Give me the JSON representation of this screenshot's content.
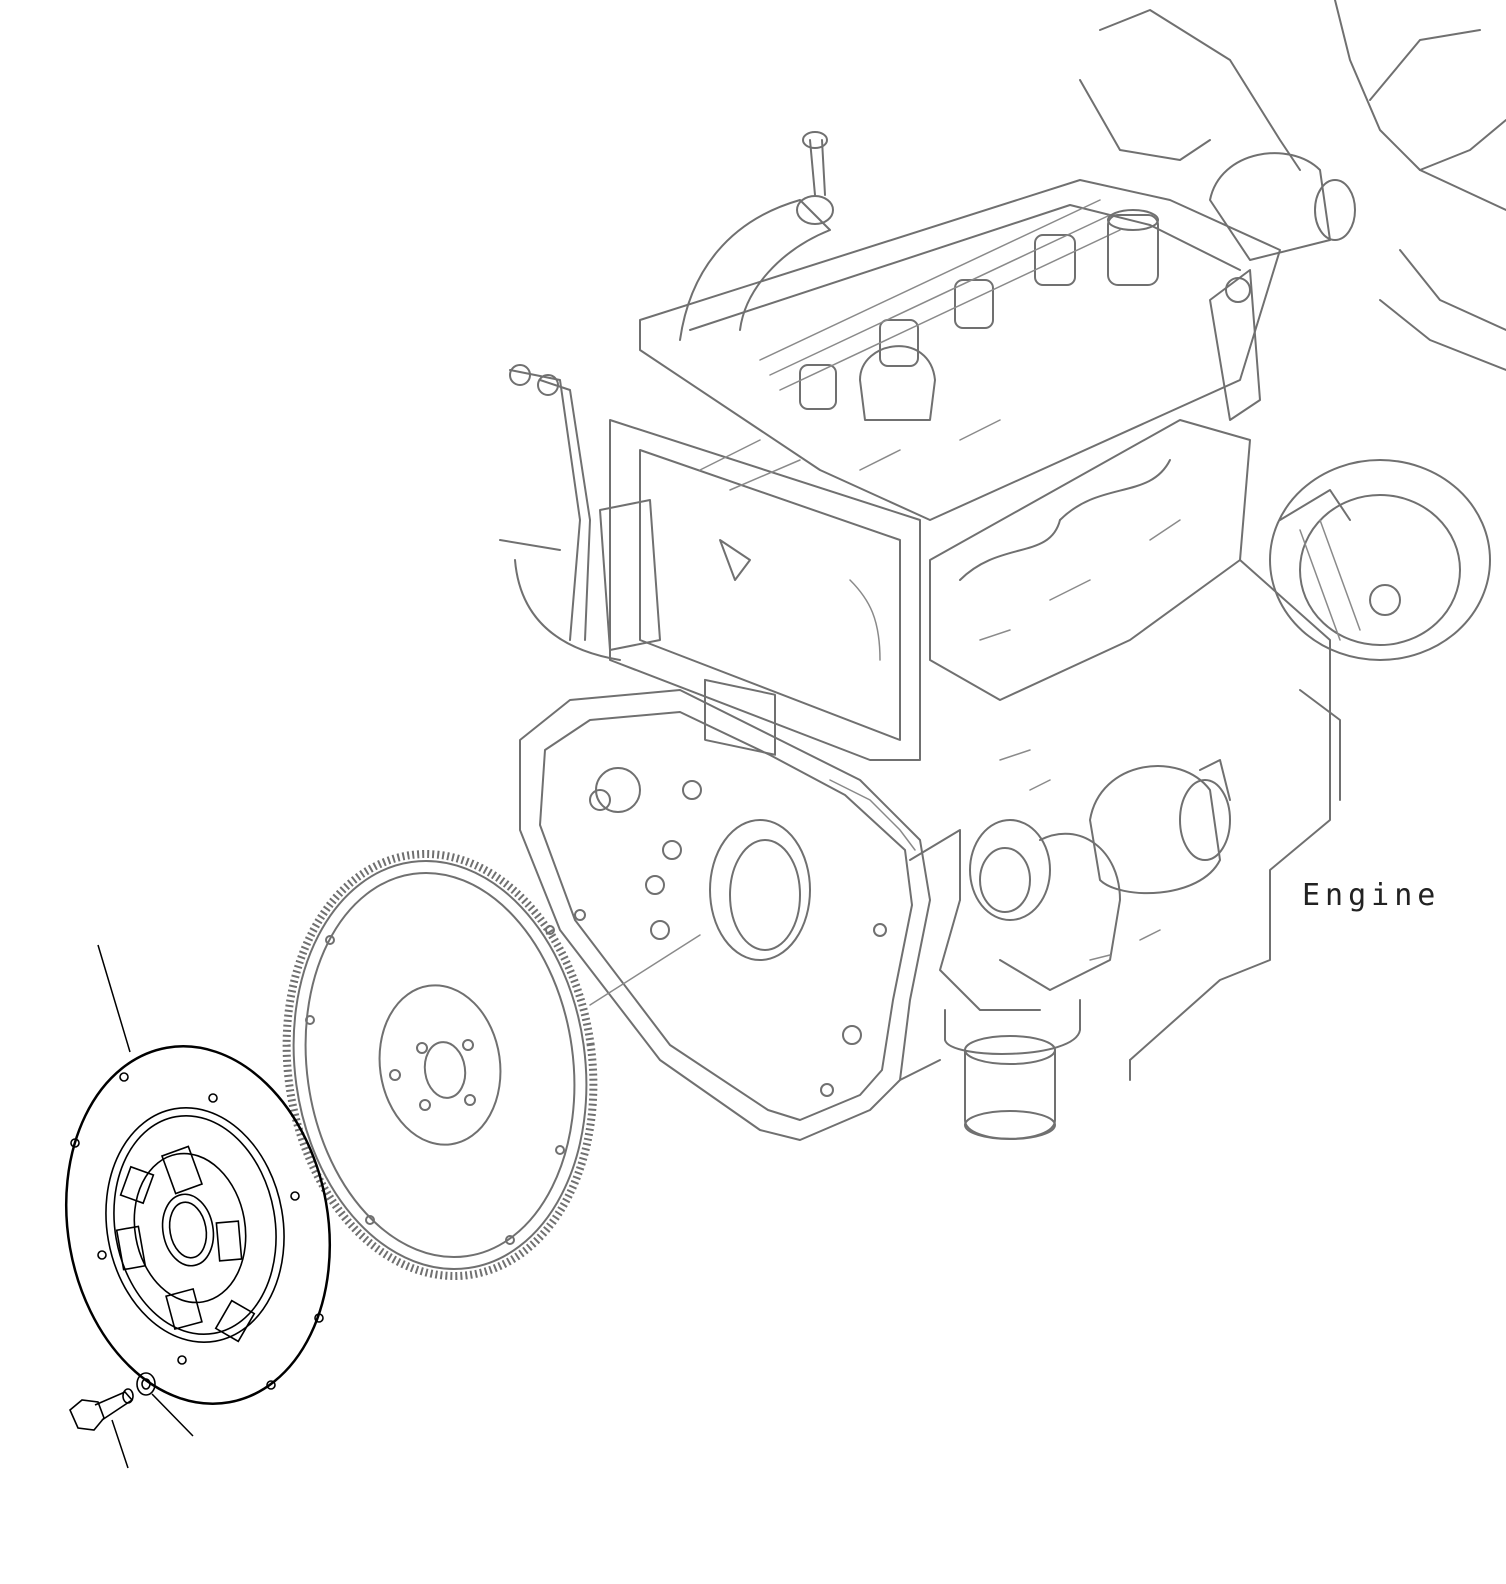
{
  "labels": {
    "engine": "Engine"
  },
  "colors": {
    "background": "#ffffff",
    "engine_linework": "#707070",
    "clutch_linework": "#000000"
  },
  "parts": [
    {
      "name": "engine",
      "icon": "engine-assembly-drawing"
    },
    {
      "name": "flywheel",
      "icon": "flywheel-drawing"
    },
    {
      "name": "clutch-disc",
      "icon": "clutch-disc-drawing"
    },
    {
      "name": "bolt",
      "icon": "bolt-drawing"
    },
    {
      "name": "washer",
      "icon": "washer-drawing"
    }
  ]
}
